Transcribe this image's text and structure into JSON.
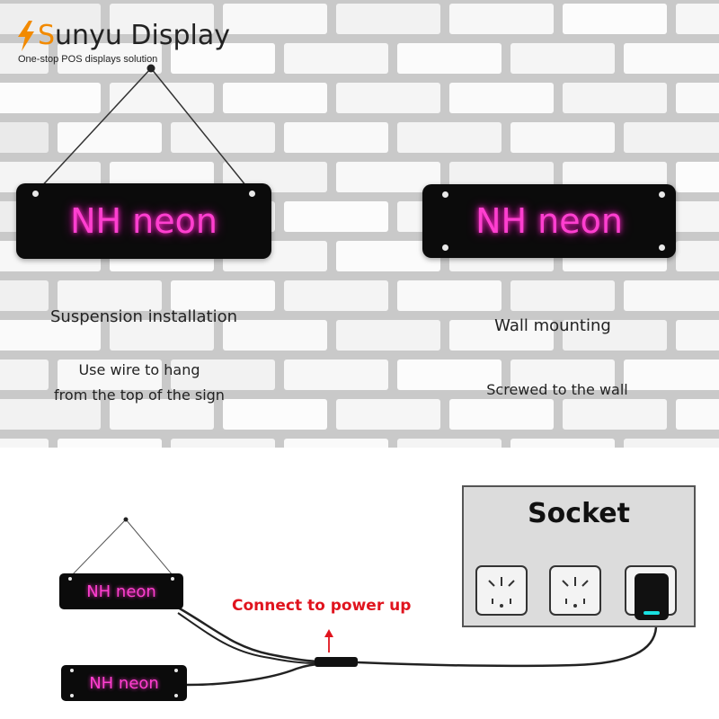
{
  "brand": {
    "name_accent": "S",
    "name_rest": "unyu Display",
    "tagline": "One-stop POS displays solution",
    "accent_color": "#f28a00"
  },
  "signs": {
    "suspension_text": "NH neon",
    "wall_text": "NH neon",
    "neon_color": "#ff3fd0"
  },
  "installation": {
    "suspension_title": "Suspension installation",
    "suspension_desc_line1": "Use wire to hang",
    "suspension_desc_line2": "from the top of the sign",
    "wall_title": "Wall mounting",
    "wall_desc": "Screwed to the wall"
  },
  "diagram": {
    "socket_title": "Socket",
    "connect_label": "Connect to power up",
    "top_sign_text": "NH neon",
    "bottom_sign_text": "NH neon",
    "arrow_color": "#e0141e"
  }
}
